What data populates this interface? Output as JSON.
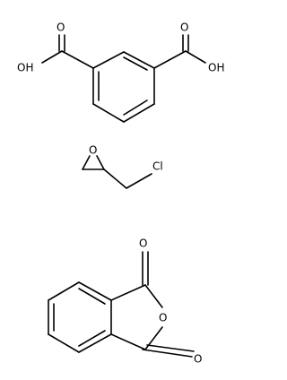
{
  "diagram": {
    "type": "chemical-structures",
    "colors": {
      "bond": "#000000",
      "text": "#000000",
      "background": "#ffffff"
    },
    "molecules": [
      {
        "id": "isophthalic-acid",
        "labels": {
          "o_top_left": "O",
          "oh_left": "OH",
          "o_top_right": "O",
          "oh_right": "OH"
        }
      },
      {
        "id": "epichlorohydrin",
        "labels": {
          "o_epoxide": "O",
          "cl": "Cl"
        }
      },
      {
        "id": "phthalic-anhydride",
        "labels": {
          "o_top": "O",
          "o_ring": "O",
          "o_bottom": "O"
        }
      }
    ]
  }
}
